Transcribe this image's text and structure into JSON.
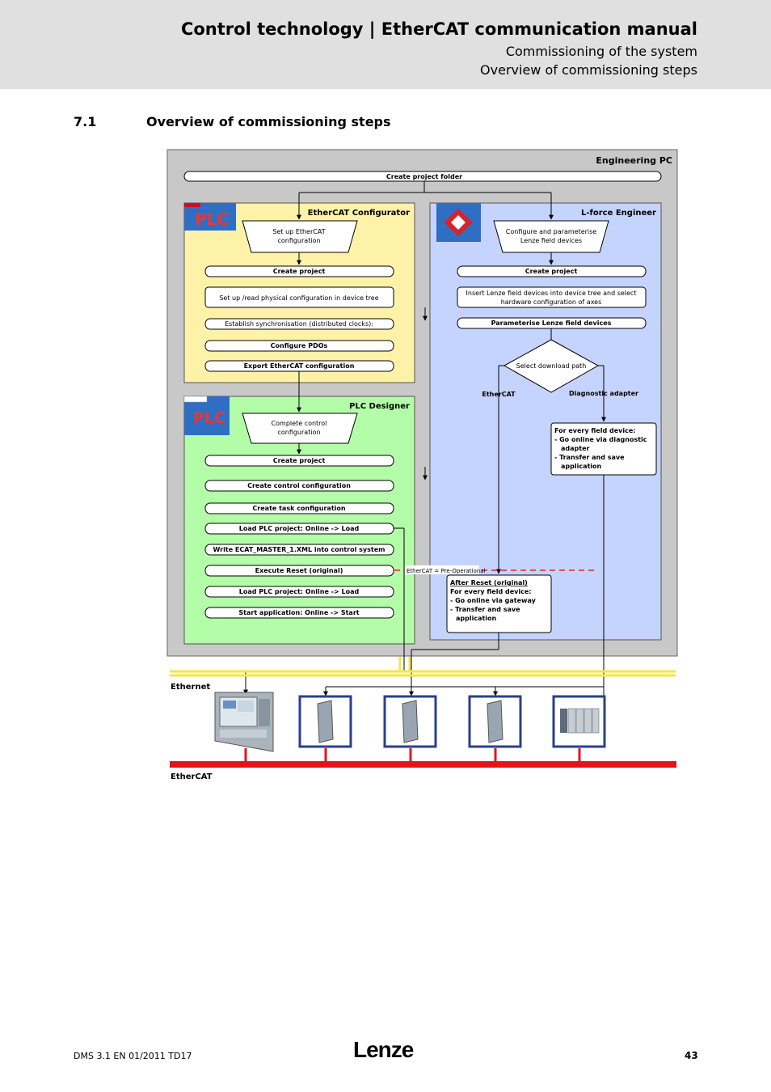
{
  "header": {
    "title": "Control technology | EtherCAT communication manual",
    "subtitle1": "Commissioning of the system",
    "subtitle2": "Overview of commissioning steps"
  },
  "section": {
    "number": "7.1",
    "title": "Overview of commissioning steps"
  },
  "diagram": {
    "engineering_pc": "Engineering PC",
    "create_project_folder": "Create project folder",
    "plc_logo": "PLC",
    "ethercat_configurator": {
      "title": "EtherCAT Configurator",
      "trap_line1": "Set up EtherCAT",
      "trap_line2": "configuration",
      "steps": [
        "Create project",
        "Set up /read physical configuration in device tree",
        "Establish synchronisation (distributed clocks):",
        "Configure PDOs",
        "Export EtherCAT configuration"
      ]
    },
    "lforce_engineer": {
      "title": "L-force Engineer",
      "trap_line1": "Configure and parameterise",
      "trap_line2": "Lenze field devices",
      "create_project": "Create project",
      "insert_line1": "Insert Lenze field devices into device tree and select",
      "insert_line2": "hardware configuration of axes",
      "parameterise": "Parameterise Lenze field devices",
      "decision": "Select download path",
      "branch_ethercat": "EtherCAT",
      "branch_diagnostic": "Diagnostic adapter",
      "field_device_box": {
        "line1": "For every field device:",
        "line2": "-  Go online via diagnostic",
        "line3": "adapter",
        "line4": "-  Transfer and save",
        "line5": "application"
      },
      "after_reset_box": {
        "line1": "After Reset (original)",
        "line2": "For every field device:",
        "line3": "-  Go online via gateway",
        "line4": "-  Transfer and save",
        "line5": "application"
      }
    },
    "plc_designer": {
      "title": "PLC Designer",
      "trap_line1": "Complete control",
      "trap_line2": "configuration",
      "steps": [
        "Create project",
        "Create control configuration",
        "Create task configuration",
        "Load PLC project: Online -> Load",
        "Write ECAT_MASTER_1.XML into control system",
        "Execute Reset (original)",
        "Load PLC project: Online -> Load",
        "Start application: Online -> Start"
      ]
    },
    "ethercat_preop": "EtherCAT = Pre-Operational",
    "bus_ethernet": "Ethernet",
    "bus_ethercat": "EtherCAT"
  },
  "footer": {
    "doc": "DMS 3.1 EN 01/2011 TD17",
    "logo": "Lenze",
    "page": "43"
  }
}
